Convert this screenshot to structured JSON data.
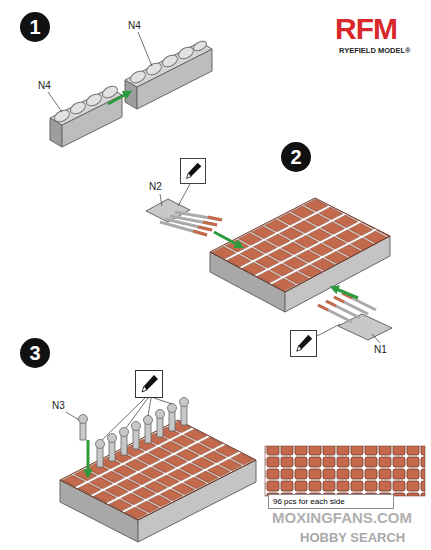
{
  "diagram": {
    "nodes": [
      {
        "text": [
          "1"
        ]
      },
      {
        "text": [
          "2"
        ]
      },
      {
        "text": [
          "3"
        ]
      },
      {
        "text": [
          "96 pcs for each side"
        ]
      }
    ],
    "labels": [
      "RFM",
      "RYEFIELD MODEL®",
      "N4",
      "N4",
      "N2",
      "N1",
      "N3",
      "MOXINGFANS.COM",
      "HOBBY SEARCH"
    ]
  }
}
